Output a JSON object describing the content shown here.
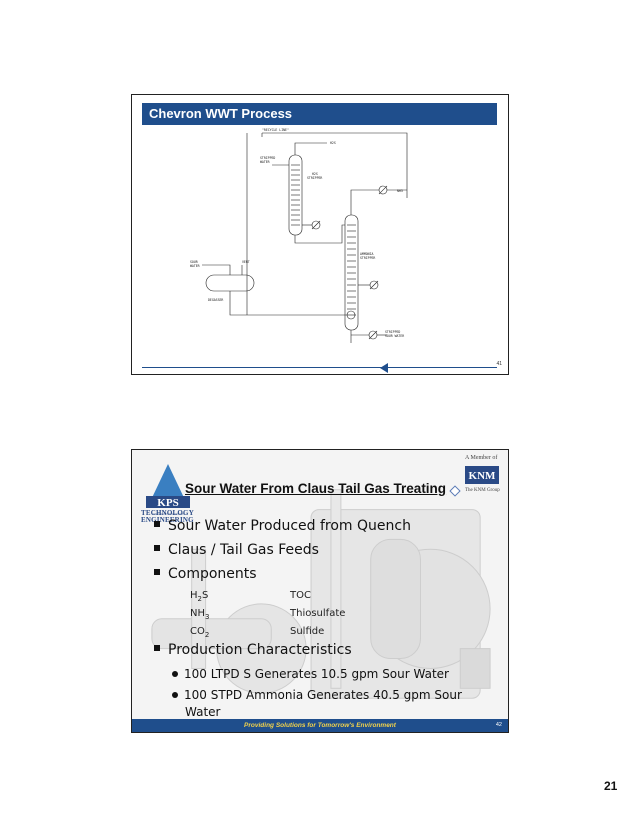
{
  "slide1": {
    "title": "Chevron WWT Process",
    "page_number": "41",
    "diagram": {
      "labels": {
        "recycle_line": "\"RECYCLE LINE\"",
        "h2s": "H2S",
        "stripped_water": "STRIPPED\nWATER",
        "h2s_stripper": "H2S\nSTRIPPER",
        "nh3": "NH3",
        "sour_water": "SOUR\nWATER",
        "vent": "VENT",
        "ammonia_stripper": "AMMONIA\nSTRIPPER",
        "degasser": "DEGASSER",
        "stripped_sour_water": "STRIPPED\nSOUR WATER"
      }
    }
  },
  "slide2": {
    "title": "Sour Water From Claus Tail Gas Treating",
    "logo": {
      "kps": "KPS",
      "line1": "TECHNOLOGY",
      "line2": "ENGINEERING"
    },
    "member": {
      "label": "A Member of",
      "knm": "KNM",
      "group": "The KNM Group"
    },
    "bullets": [
      "Sour Water Produced from Quench",
      "Claus / Tail Gas Feeds",
      "Components",
      "Production Characteristics"
    ],
    "components_left": [
      "H",
      "NH",
      "CO"
    ],
    "components_left_sub": [
      "2",
      "3",
      "2"
    ],
    "components_left_tail": [
      "S",
      "",
      ""
    ],
    "components_right": [
      "TOC",
      "Thiosulfate",
      "Sulfide"
    ],
    "production": [
      "100 LTPD S Generates 10.5 gpm Sour Water",
      "100 STPD Ammonia Generates 40.5 gpm Sour",
      "Water"
    ],
    "footer_text": "Providing Solutions for Tomorrow's Environment",
    "page_number": "42"
  },
  "page_number": "21"
}
